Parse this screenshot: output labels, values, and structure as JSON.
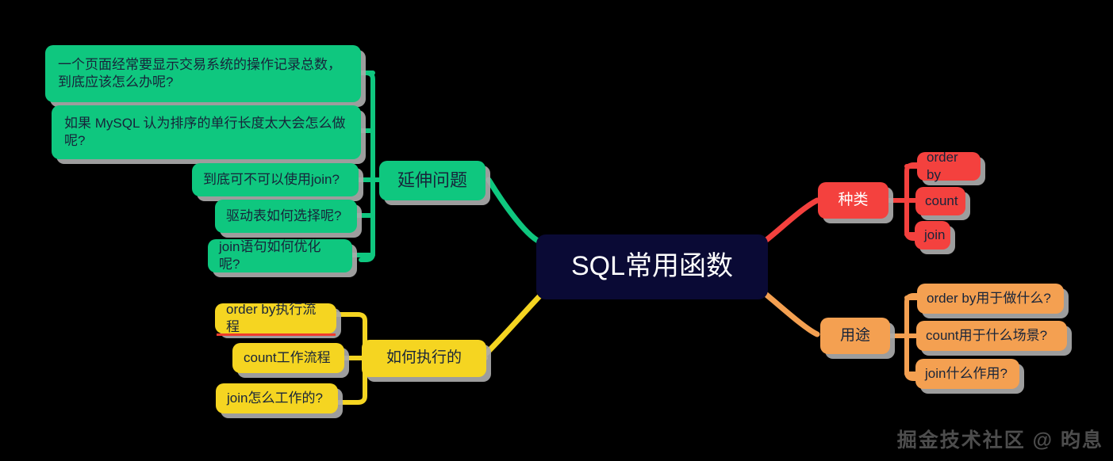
{
  "colors": {
    "background": "#000000",
    "green": "#0FC77F",
    "red": "#F4413E",
    "yellow": "#F5D521",
    "orange": "#F4A051",
    "center": "#0A0A35",
    "shadow": "#AAAAAA",
    "text_dark": "#17243A",
    "text_light": "#FFFFFF",
    "underline": "#F03C2E"
  },
  "center": {
    "label": "SQL常用函数"
  },
  "branches": [
    {
      "id": "extended-questions",
      "label": "延伸问题",
      "color": "#0FC77F",
      "side": "left",
      "children": [
        {
          "label": "一个页面经常要显示交易系统的操作记录总数，到底应该怎么办呢?"
        },
        {
          "label": "如果 MySQL 认为排序的单行长度太大会怎么做呢?"
        },
        {
          "label": "到底可不可以使用join?"
        },
        {
          "label": "驱动表如何选择呢?"
        },
        {
          "label": "join语句如何优化呢?"
        }
      ]
    },
    {
      "id": "how-executed",
      "label": "如何执行的",
      "color": "#F5D521",
      "side": "left",
      "children": [
        {
          "label": "order by执行流程",
          "underlined": true
        },
        {
          "label": "count工作流程"
        },
        {
          "label": "join怎么工作的?"
        }
      ]
    },
    {
      "id": "kinds",
      "label": "种类",
      "color": "#F4413E",
      "side": "right",
      "children": [
        {
          "label": "order by"
        },
        {
          "label": "count"
        },
        {
          "label": "join"
        }
      ]
    },
    {
      "id": "usage",
      "label": "用途",
      "color": "#F4A051",
      "side": "right",
      "children": [
        {
          "label": "order by用于做什么?"
        },
        {
          "label": "count用于什么场景?"
        },
        {
          "label": "join什么作用?"
        }
      ]
    }
  ],
  "watermark": {
    "text": "掘金技术社区 @ 昀息"
  }
}
